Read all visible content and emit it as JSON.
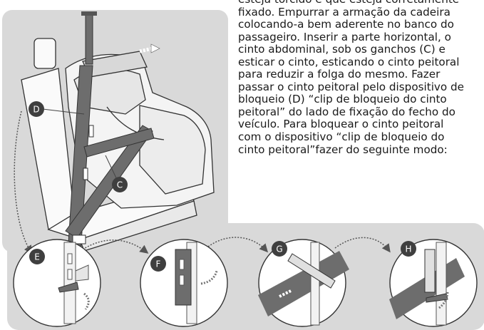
{
  "text_lines": [
    "esteja torcido e que esteja corretamente",
    "fixado. Empurrar a armação da cadeira",
    "colocando-a bem aderente no banco do",
    "passageiro. Inserir a parte horizontal, o",
    "cinto abdominal, sob os ganchos (C) e",
    "esticar o cinto, esticando o cinto peitoral",
    "para reduzir a folga do mesmo.  Fazer",
    "passar o cinto peitoral pelo dispositivo de",
    "bloqueio (D) “clip de bloqueio do cinto",
    "peitoral” do lado de fixação do fecho do",
    "veículo. Para bloquear o cinto peitoral",
    "com o dispositivo “clip de bloqueio do",
    "cinto peitoral”fazer do seguinte modo:"
  ],
  "labels": {
    "D": "D",
    "C": "C",
    "E": "E",
    "F": "F",
    "G": "G",
    "H": "H"
  },
  "colors": {
    "panel": "#d9d9d9",
    "badge": "#3f3f3f",
    "belt": "#6d6d6d",
    "text": "#1a1a1a"
  }
}
